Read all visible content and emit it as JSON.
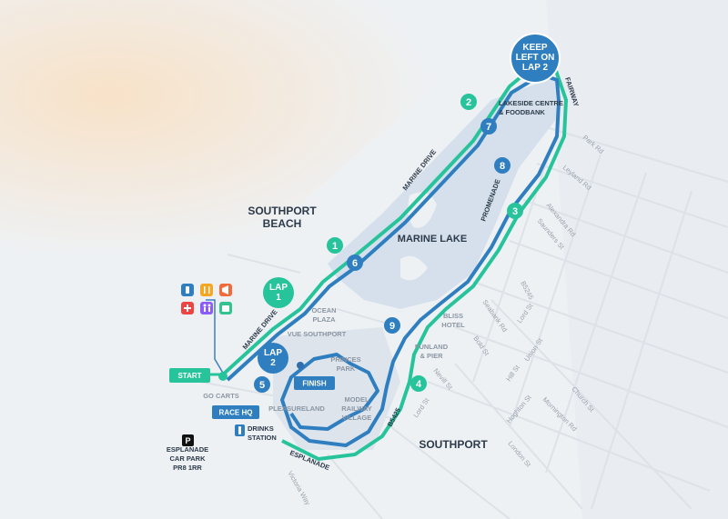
{
  "colors": {
    "green": "#27c49c",
    "blue": "#2f7fc0",
    "lake": "#d5e0ec",
    "sand": "#f9e6cf"
  },
  "places": {
    "southport_beach": [
      "SOUTHPORT",
      "BEACH"
    ],
    "marine_lake": "MARINE LAKE",
    "southport": "SOUTHPORT",
    "lakeside": [
      "LAKESIDE CENTRE",
      "& FOODBANK"
    ],
    "ocean_plaza": [
      "OCEAN",
      "PLAZA"
    ],
    "vue": "VUE SOUTHPORT",
    "bliss": [
      "BLISS",
      "HOTEL"
    ],
    "funland": [
      "FUNLAND",
      "& PIER"
    ],
    "princes_park": [
      "PRINCES",
      "PARK"
    ],
    "model_railway": [
      "MODEL",
      "RAILWAY",
      "VILLAGE"
    ],
    "pleasureland": "PLEASURELAND",
    "go_carts": "GO CARTS",
    "car_park": [
      "ESPLANADE",
      "CAR PARK",
      "PR8 1RR"
    ],
    "drinks": [
      "DRINKS",
      "STATION"
    ]
  },
  "roads": {
    "marine_drive": "MARINE DRIVE",
    "promenade": "PROMENADE",
    "fairway": "FAIRWAY",
    "esplanade": "ESPLANADE",
    "b5425": "B5425",
    "b5245": "B5245",
    "park_rd": "Park Rd",
    "leyland_rd": "Leyland Rd",
    "alexandra_rd": "Alexandra Rd",
    "saunders_st": "Saunders St",
    "seabank_rd": "Seabank Rd",
    "lord_st": "Lord St",
    "union_st": "Union St",
    "bold_st": "Bold St",
    "hill_st": "Hill St",
    "church_st": "Church St",
    "nevill_st": "Nevill St",
    "hoghton_st": "Hoghton St",
    "mornington_rd": "Mornington Rd",
    "london_st": "London St",
    "victoria_way": "Victoria Way"
  },
  "badges": {
    "keep_left": [
      "KEEP",
      "LEFT ON",
      "LAP 2"
    ],
    "lap1": [
      "LAP",
      "1"
    ],
    "lap2": [
      "LAP",
      "2"
    ],
    "start": "START",
    "finish": "FINISH",
    "race_hq": "RACE HQ",
    "parking": "P"
  },
  "markers_green": [
    "1",
    "2",
    "3",
    "4"
  ],
  "markers_blue": [
    "5",
    "6",
    "7",
    "8",
    "9"
  ],
  "facility_icons": [
    "bottle-icon",
    "cutlery-icon",
    "megaphone-icon",
    "first-aid-icon",
    "toilets-icon",
    "baggage-icon"
  ]
}
